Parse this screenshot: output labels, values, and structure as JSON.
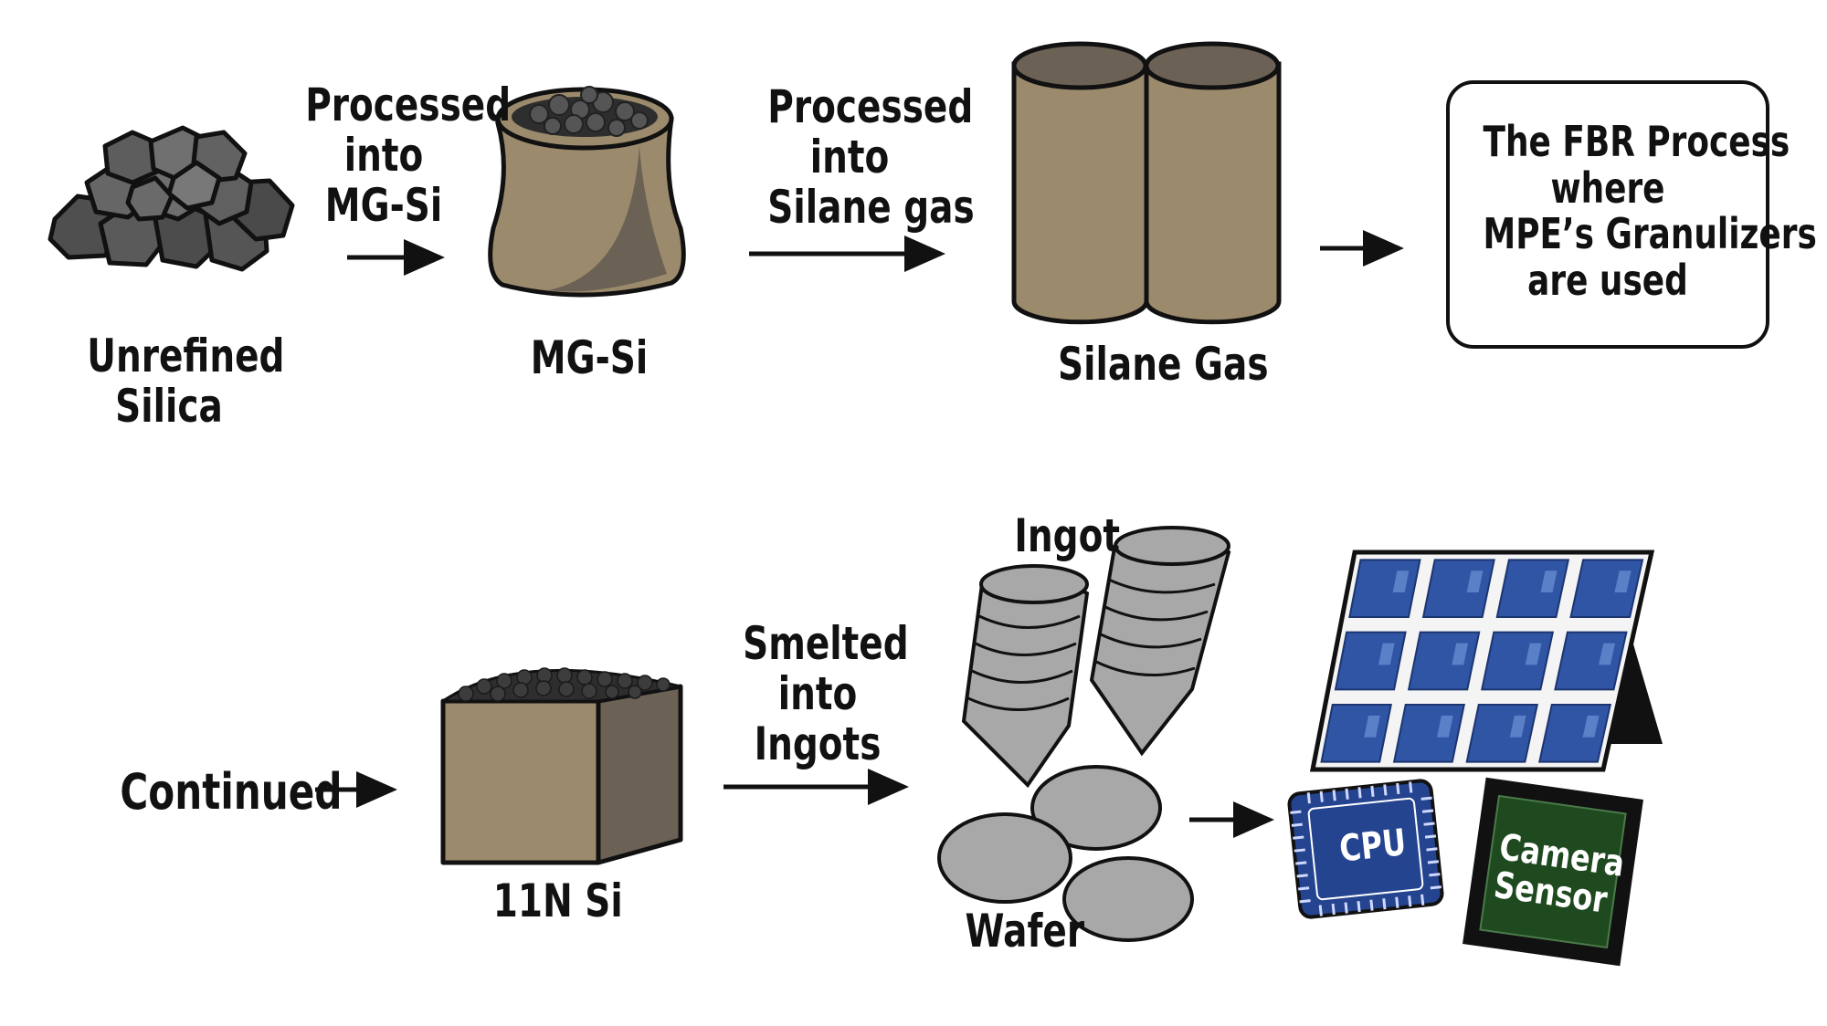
{
  "top_row": {
    "unrefined_silica": {
      "line1": "Unrefined",
      "line2": "Silica"
    },
    "arrow1": {
      "line1": "Processed",
      "line2": "into",
      "line3": "MG-Si"
    },
    "mg_si": "MG-Si",
    "arrow2": {
      "line1": "Processed",
      "line2": "into",
      "line3": "Silane gas"
    },
    "silane_gas": "Silane Gas",
    "fbr_box": {
      "line1": "The FBR Process",
      "line2": "where",
      "line3": "MPE’s Granulizers",
      "line4": "are used"
    }
  },
  "bottom_row": {
    "continued": "Continued",
    "n11_si": "11N Si",
    "arrow3": {
      "line1": "Smelted",
      "line2": "into",
      "line3": "Ingots"
    },
    "ingot": "Ingot",
    "wafer": "Wafer",
    "cpu": "CPU",
    "camera_sensor": {
      "line1": "Camera",
      "line2": "Sensor"
    }
  },
  "colors": {
    "rock": "#5e5e5e",
    "sack": "#9c8a6d",
    "sack_shadow": "#6b6155",
    "ingot_gray": "#a8a8a8",
    "panel_blue": "#2f55a4",
    "cpu_blue": "#25448f",
    "sensor_green": "#1f4a1f"
  }
}
